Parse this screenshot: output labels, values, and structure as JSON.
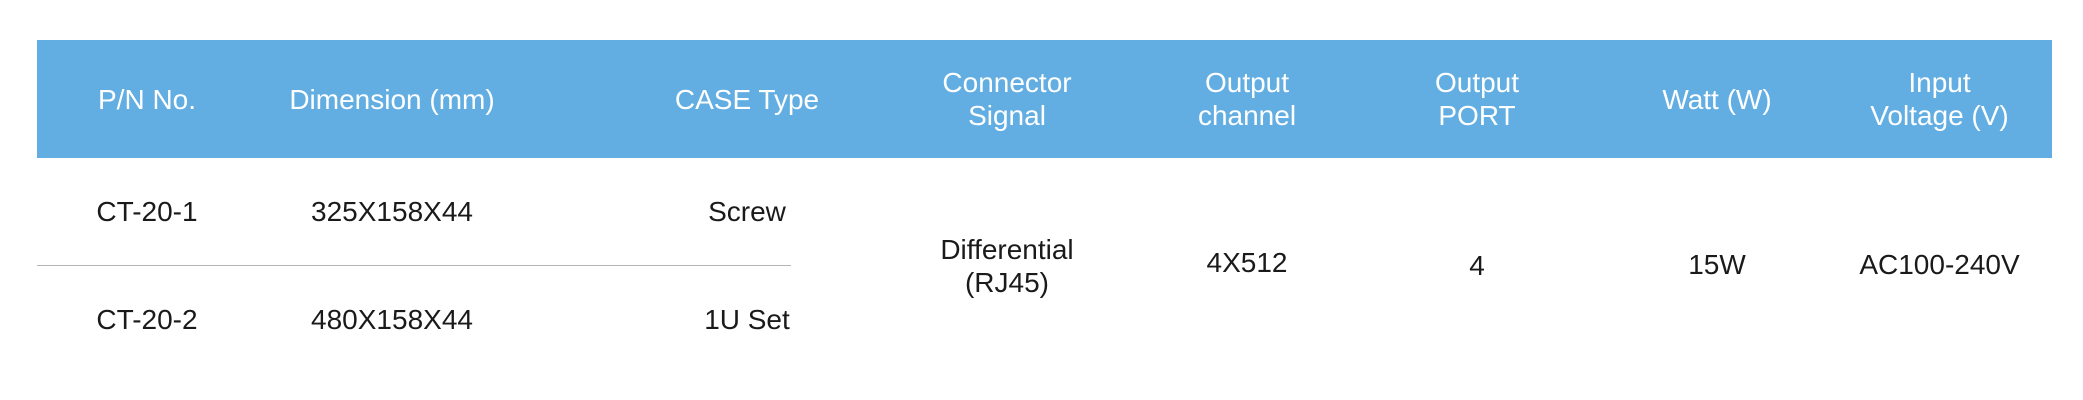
{
  "header": {
    "pn": "P/N No.",
    "dimension": "Dimension (mm)",
    "case_type": "CASE Type",
    "connector_line1": "Connector",
    "connector_line2": "Signal",
    "output_channel_line1": "Output",
    "output_channel_line2": "channel",
    "output_port_line1": "Output",
    "output_port_line2": "PORT",
    "watt": "Watt (W)",
    "input_voltage_line1": "Input",
    "input_voltage_line2": "Voltage (V)"
  },
  "rows": [
    {
      "pn": "CT-20-1",
      "dimension": "325X158X44",
      "case_type": "Screw"
    },
    {
      "pn": "CT-20-2",
      "dimension": "480X158X44",
      "case_type": "1U Set"
    }
  ],
  "shared": {
    "connector_line1": "Differential",
    "connector_line2": "(RJ45)",
    "output_channel": "4X512",
    "output_port": "4",
    "watt": "15W",
    "input_voltage": "AC100-240V"
  },
  "colors": {
    "header_background": "#62aee2",
    "header_text": "#ffffff",
    "body_text": "#1a1a1a",
    "divider": "#b5b5b5"
  }
}
